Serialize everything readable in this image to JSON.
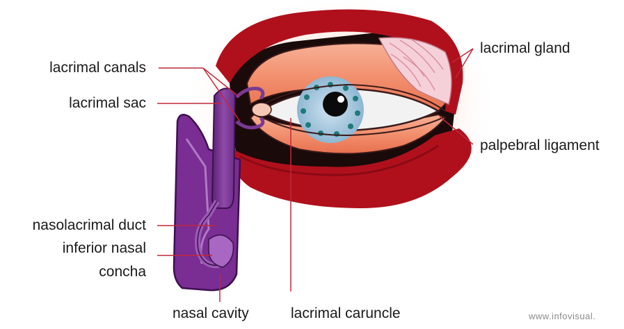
{
  "labels": {
    "lacrimal_canals": "lacrimal canals",
    "lacrimal_sac": "lacrimal sac",
    "lacrimal_gland": "lacrimal gland",
    "palpebral_ligament": "palpebral ligament",
    "nasolacrimal_duct": "nasolacrimal duct",
    "inferior_nasal_concha_line1": "inferior nasal",
    "inferior_nasal_concha_line2": "concha",
    "nasal_cavity": "nasal cavity",
    "lacrimal_caruncle": "lacrimal caruncle"
  },
  "watermark": "www.infovisual.",
  "colors": {
    "leader_line": "#c0283a",
    "eyelid_dark": "#b0101c",
    "eyelid_skin": "#f08a6a",
    "gland": "#f6d0d8",
    "iris": "#a9c8dd",
    "duct_purple": "#7a3a93"
  }
}
